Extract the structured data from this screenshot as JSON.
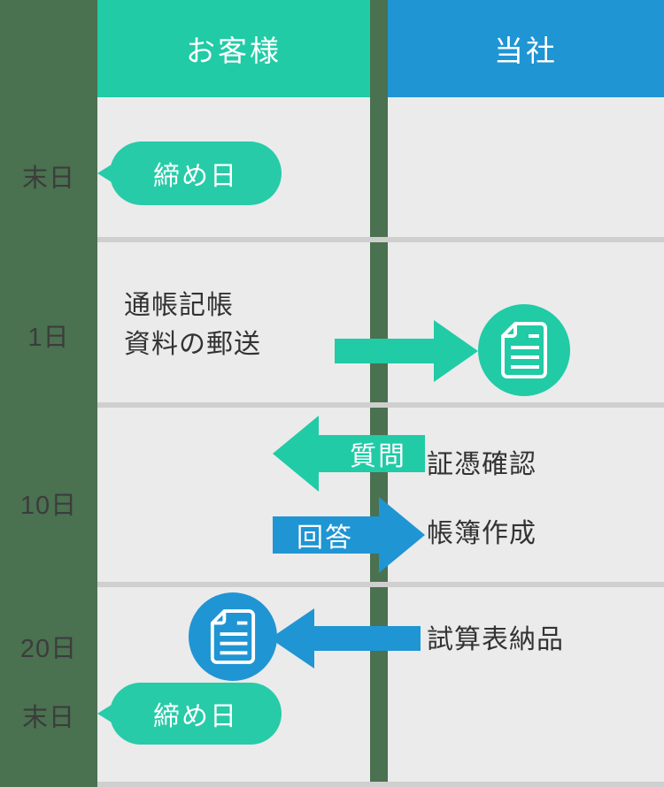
{
  "diagram": {
    "title": "monthly-accounting-flow",
    "columns": {
      "days_header": "",
      "customer": "お客様",
      "company": "当社"
    },
    "colors": {
      "teal": "#20cba6",
      "blue": "#1f95d4",
      "green_rail": "#4a7150",
      "body_bg": "#ebebeb",
      "divider": "#cfcfcf",
      "text": "#333333"
    },
    "rows": [
      {
        "day": "末日",
        "customer_bubble": "締め日",
        "customer_text": "",
        "company_text": ""
      },
      {
        "day": "1日",
        "customer_text": "通帳記帳\n資料の郵送",
        "arrow_label": "",
        "company_icon": "document-icon"
      },
      {
        "day": "10日",
        "arrow_left_label": "質問",
        "arrow_right_label": "回答",
        "company_text_1": "証憑確認",
        "company_text_2": "帳簿作成"
      },
      {
        "day_top": "20日",
        "day_bottom": "末日",
        "customer_icon": "document-icon",
        "company_text": "試算表納品",
        "customer_bubble": "締め日"
      }
    ]
  }
}
